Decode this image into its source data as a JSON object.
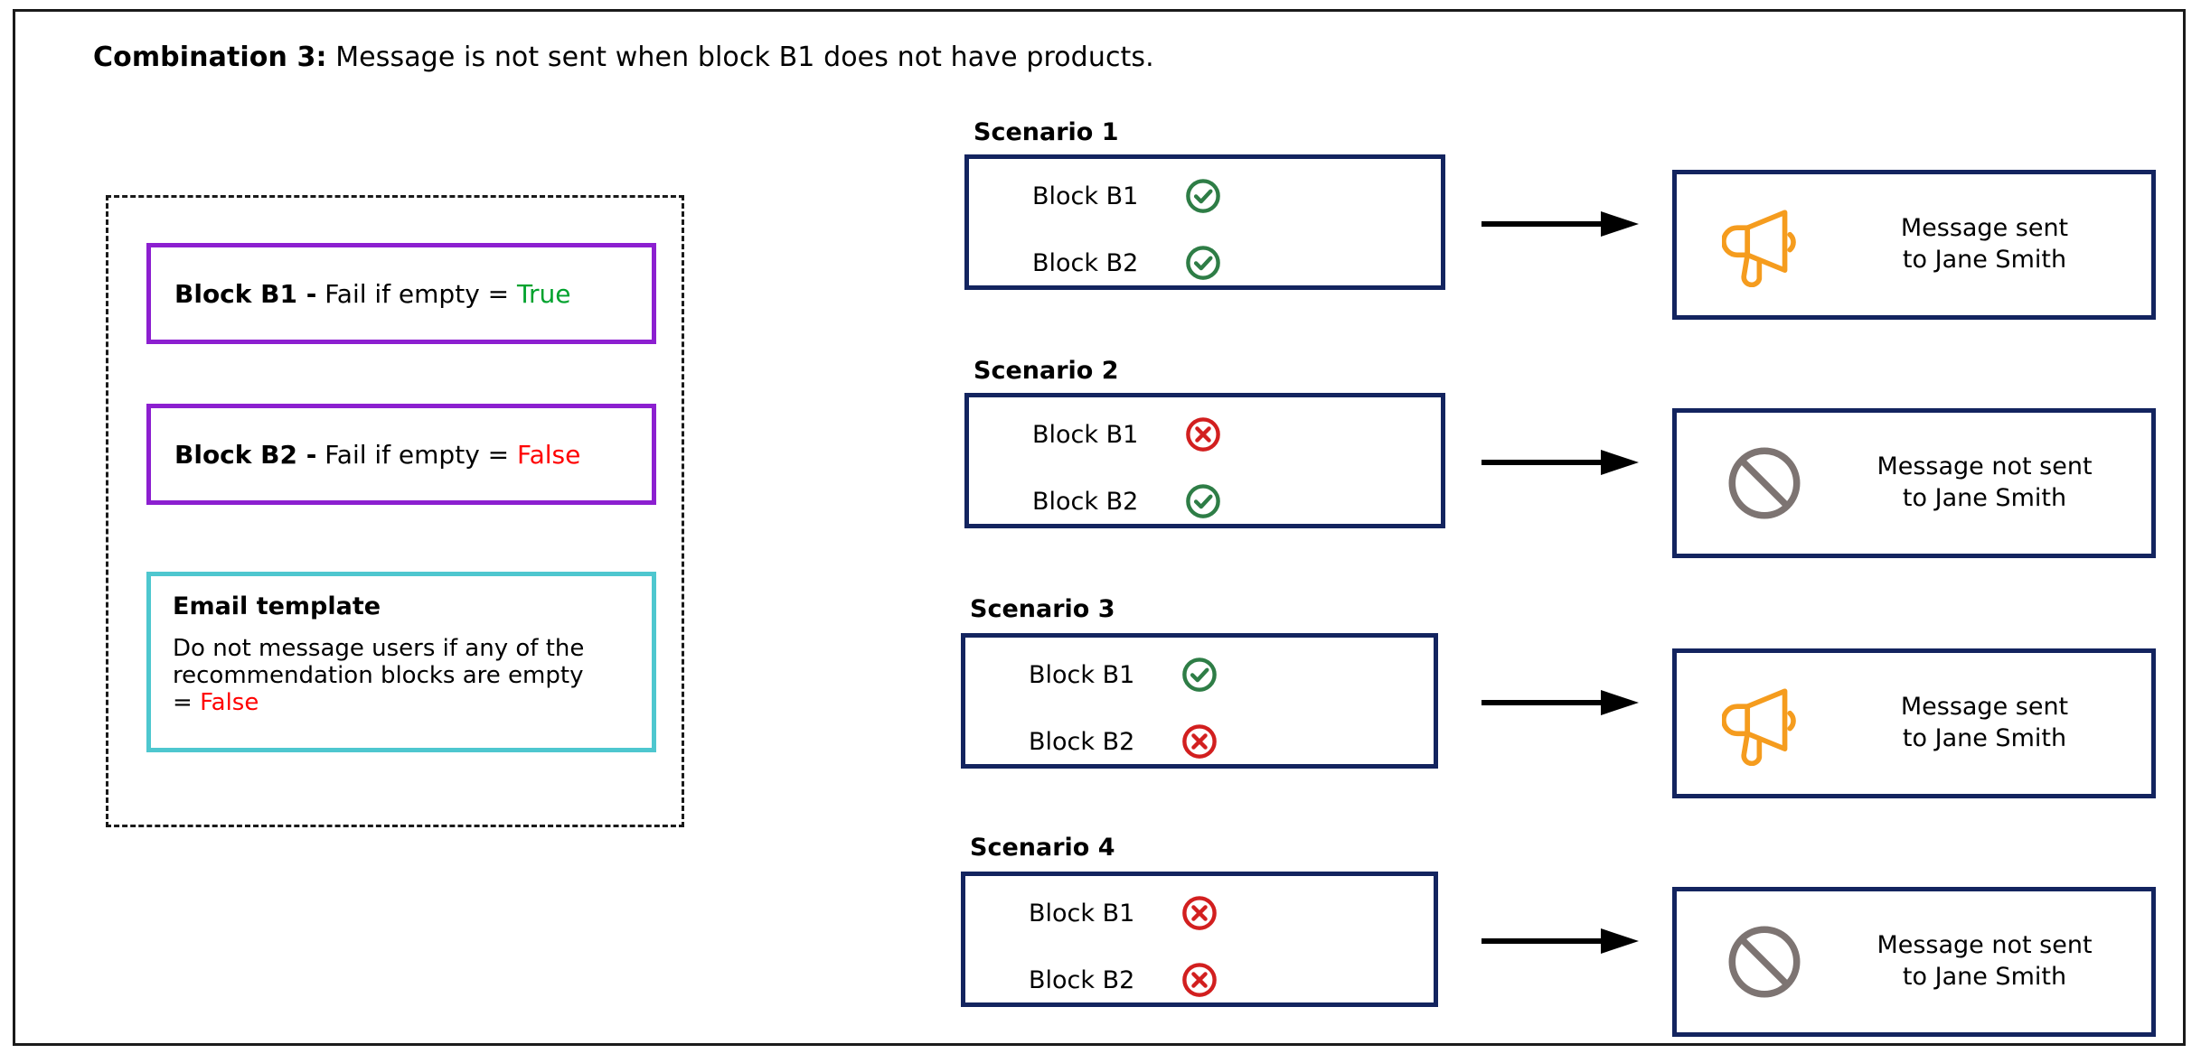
{
  "title": {
    "strong": "Combination 3:",
    "rest": " Message is not sent when block B1 does not have products."
  },
  "config_panel": {
    "blocks": [
      {
        "name": "Block B1 -",
        "setting": " Fail if empty = ",
        "value": "True",
        "value_state": "true",
        "border_color": "#8c1fd0"
      },
      {
        "name": "Block B2 -",
        "setting": " Fail if empty = ",
        "value": "False",
        "value_state": "false",
        "border_color": "#8c1fd0"
      }
    ],
    "email_template": {
      "title": "Email template",
      "body_text": "Do not message users if any of the recommendation blocks are empty = ",
      "value": "False",
      "border_color": "#4ec7cf"
    }
  },
  "colors": {
    "box_border": "#13245f",
    "check_green": "#2e7d46",
    "cross_red": "#d21f1f",
    "megaphone_orange": "#f59c1e",
    "ban_gray": "#7d7472",
    "purple": "#8c1fd0",
    "cyan": "#4ec7cf",
    "true_green": "#00a22d",
    "false_red": "#ff0000"
  },
  "scenarios": [
    {
      "label": "Scenario 1",
      "blocks": [
        {
          "label": "Block B1",
          "status": "pass",
          "icon": "check-circle-icon"
        },
        {
          "label": "Block B2",
          "status": "pass",
          "icon": "check-circle-icon"
        }
      ],
      "result": {
        "icon": "megaphone-icon",
        "line1": "Message sent",
        "line2": "to Jane Smith",
        "sent": true
      }
    },
    {
      "label": "Scenario 2",
      "blocks": [
        {
          "label": "Block B1",
          "status": "fail",
          "icon": "cross-circle-icon"
        },
        {
          "label": "Block B2",
          "status": "pass",
          "icon": "check-circle-icon"
        }
      ],
      "result": {
        "icon": "ban-icon",
        "line1": "Message not sent",
        "line2": "to Jane Smith",
        "sent": false
      }
    },
    {
      "label": "Scenario 3",
      "blocks": [
        {
          "label": "Block B1",
          "status": "pass",
          "icon": "check-circle-icon"
        },
        {
          "label": "Block B2",
          "status": "fail",
          "icon": "cross-circle-icon"
        }
      ],
      "result": {
        "icon": "megaphone-icon",
        "line1": "Message sent",
        "line2": "to Jane Smith",
        "sent": true
      }
    },
    {
      "label": "Scenario 4",
      "blocks": [
        {
          "label": "Block B1",
          "status": "fail",
          "icon": "cross-circle-icon"
        },
        {
          "label": "Block B2",
          "status": "fail",
          "icon": "cross-circle-icon"
        }
      ],
      "result": {
        "icon": "ban-icon",
        "line1": "Message not sent",
        "line2": "to Jane Smith",
        "sent": false
      }
    }
  ],
  "arrow_icon": "arrow-right-icon"
}
